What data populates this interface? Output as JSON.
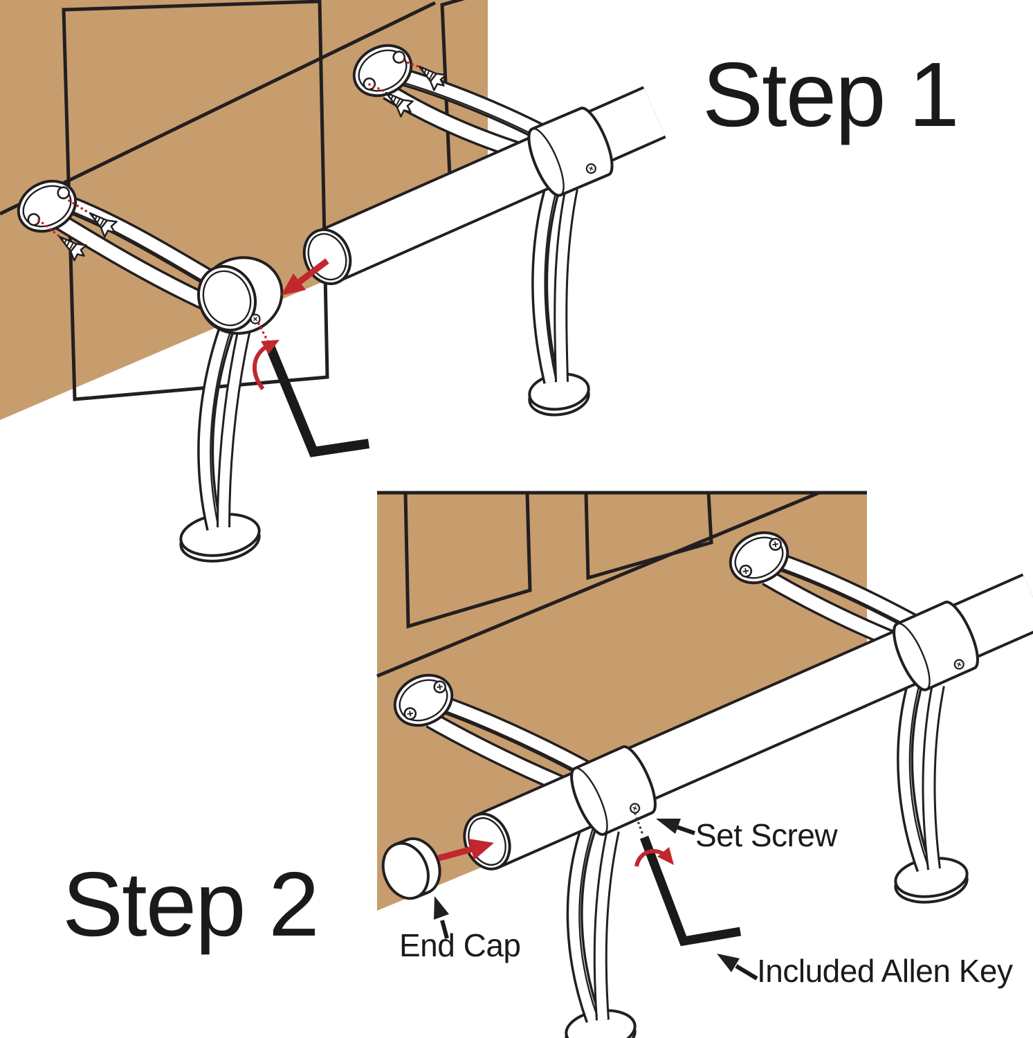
{
  "diagram": {
    "step1": {
      "title": "Step 1"
    },
    "step2": {
      "title": "Step 2",
      "labels": {
        "set_screw": "Set Screw",
        "end_cap": "End Cap",
        "allen_key": "Included Allen Key"
      }
    },
    "colors": {
      "wood_panel": "#C79D6E",
      "line": "#231F20",
      "accent_red": "#C1272D",
      "background": "#FFFFFF"
    }
  }
}
